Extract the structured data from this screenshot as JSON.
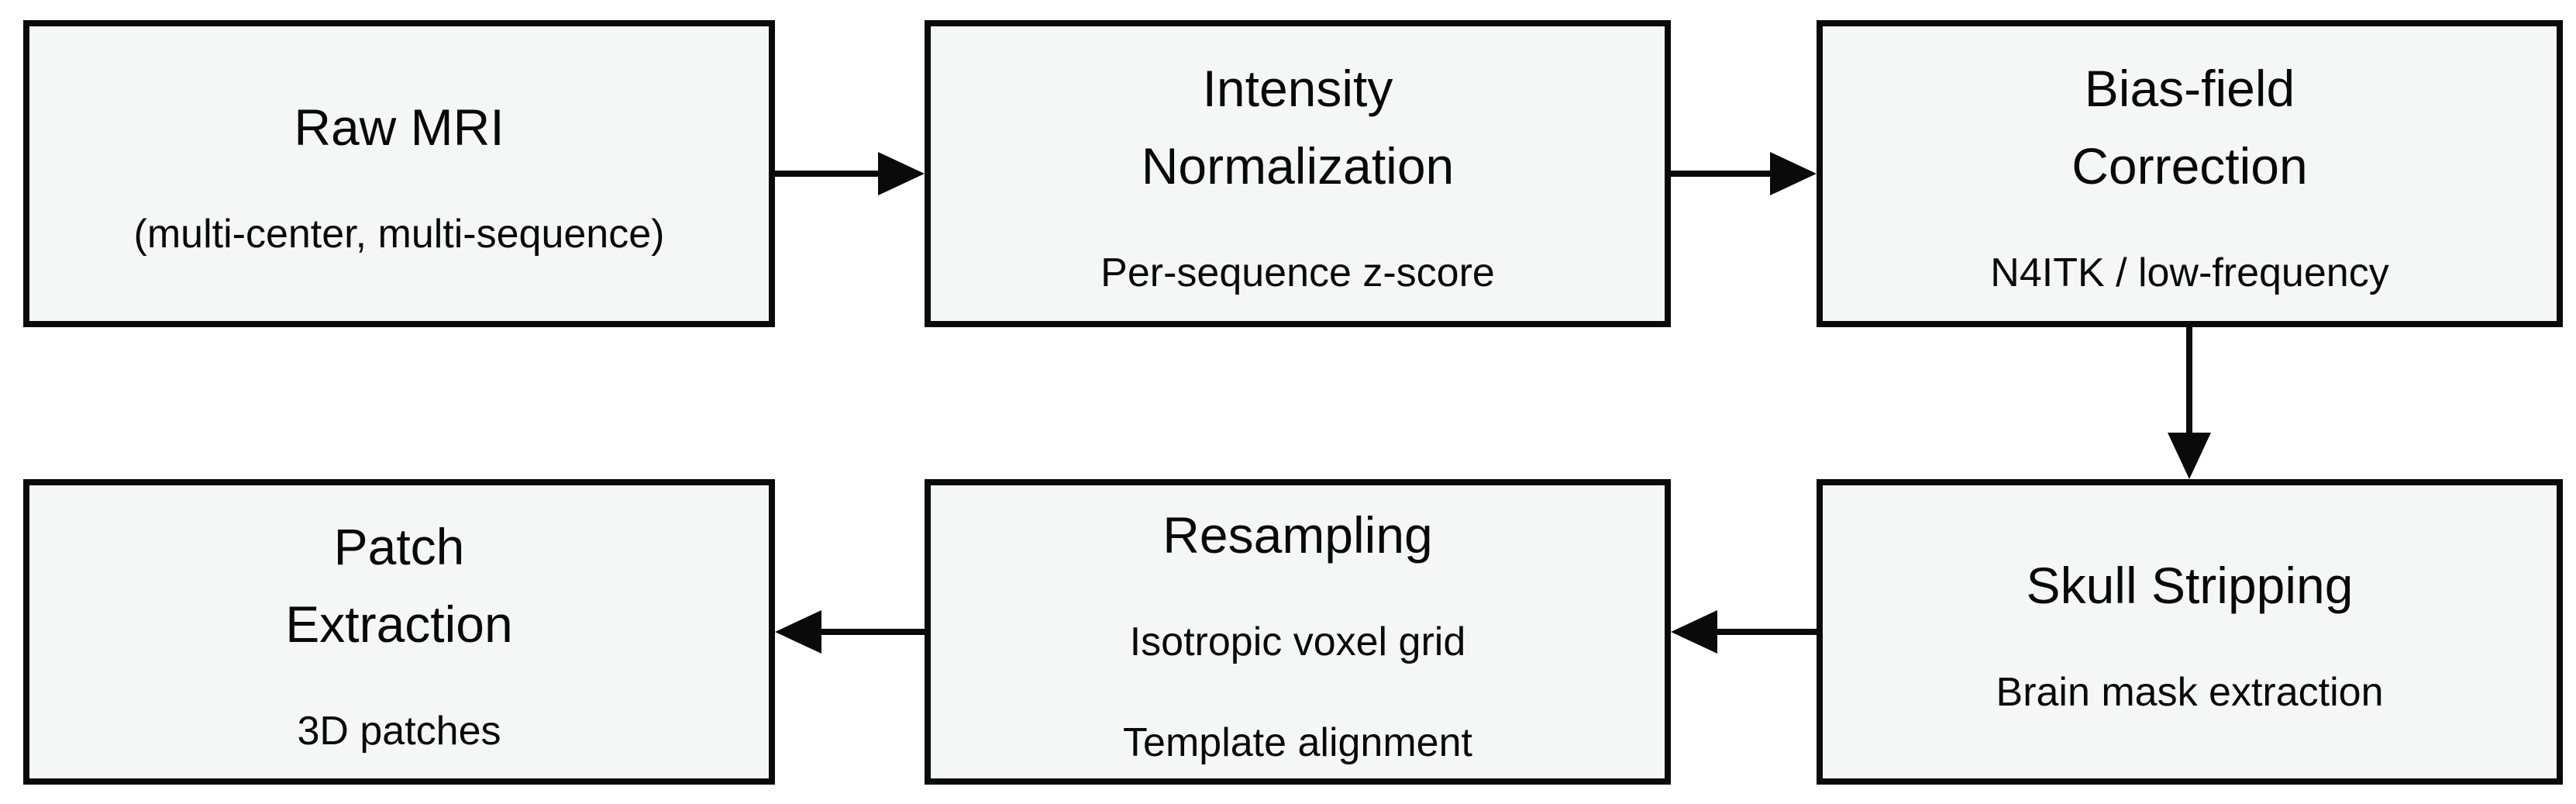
{
  "diagram": {
    "background_color": "#ffffff",
    "node_fill_color": "#f5f6f6",
    "node_border_color": "#0a0a0a",
    "text_color": "#090909",
    "nodes": [
      {
        "id": "raw-mri",
        "title_lines": [
          "Raw MRI"
        ],
        "subtitle_lines": [
          "(multi-center, multi-sequence)"
        ]
      },
      {
        "id": "intensity-normalization",
        "title_lines": [
          "Intensity",
          "Normalization"
        ],
        "subtitle_lines": [
          "Per-sequence z-score"
        ]
      },
      {
        "id": "bias-field-correction",
        "title_lines": [
          "Bias-field",
          "Correction"
        ],
        "subtitle_lines": [
          "N4ITK / low-frequency"
        ]
      },
      {
        "id": "skull-stripping",
        "title_lines": [
          "Skull Stripping"
        ],
        "subtitle_lines": [
          "Brain mask extraction"
        ]
      },
      {
        "id": "resampling",
        "title_lines": [
          "Resampling"
        ],
        "subtitle_lines": [
          "Isotropic voxel grid",
          "Template alignment"
        ]
      },
      {
        "id": "patch-extraction",
        "title_lines": [
          "Patch",
          "Extraction"
        ],
        "subtitle_lines": [
          "3D patches"
        ]
      }
    ],
    "edges": [
      {
        "from": "raw-mri",
        "to": "intensity-normalization",
        "direction": "right"
      },
      {
        "from": "intensity-normalization",
        "to": "bias-field-correction",
        "direction": "right"
      },
      {
        "from": "bias-field-correction",
        "to": "skull-stripping",
        "direction": "down"
      },
      {
        "from": "skull-stripping",
        "to": "resampling",
        "direction": "left"
      },
      {
        "from": "resampling",
        "to": "patch-extraction",
        "direction": "left"
      }
    ]
  }
}
